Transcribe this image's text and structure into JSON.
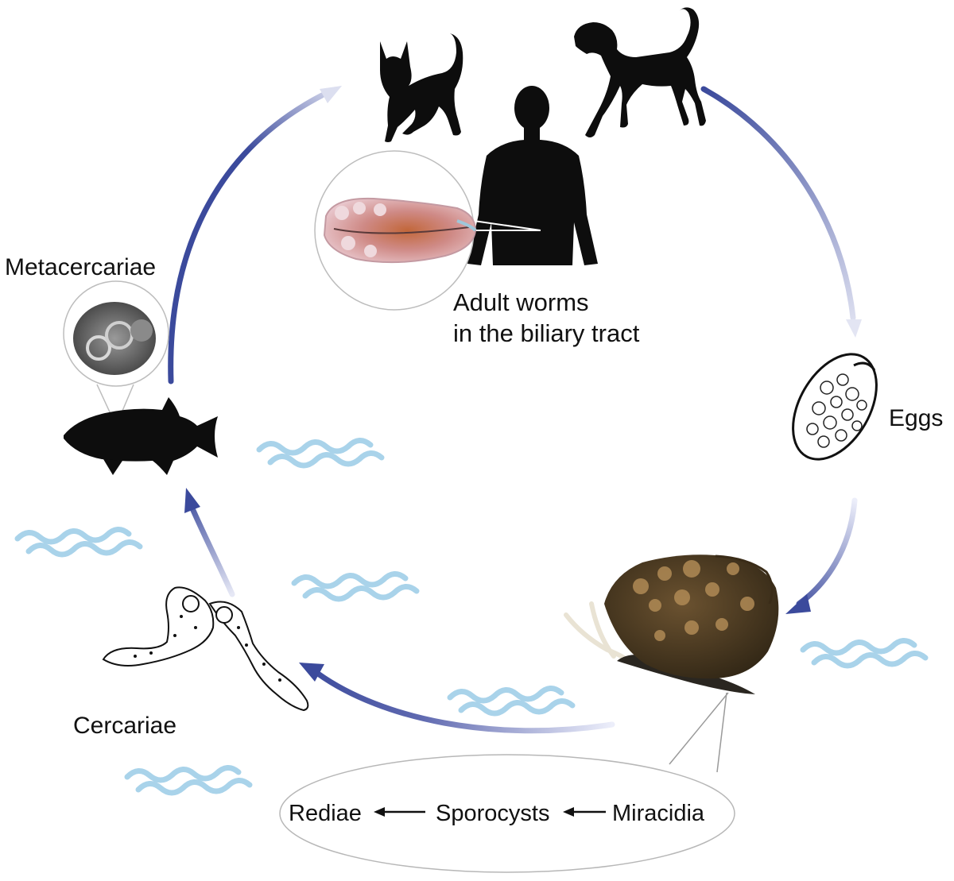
{
  "labels": {
    "metacercariae": "Metacercariae",
    "adult_line1": "Adult worms",
    "adult_line2": "in the biliary tract",
    "eggs": "Eggs",
    "cercariae": "Cercariae",
    "rediae": "Rediae",
    "sporocysts": "Sporocysts",
    "miracidia": "Miracidia"
  },
  "colors": {
    "arrow": "#3b4a9c",
    "arrow_fade": "#d9dcef",
    "silhouette": "#0d0d0d",
    "water": "#a9d3ea",
    "snail_shell": "#5a4326",
    "snail_spots": "#b08a55"
  },
  "icons": [
    "cat-icon",
    "dog-icon",
    "human-icon",
    "fish-icon",
    "snail-icon",
    "egg-icon",
    "cercaria-icon",
    "adult-worm-icon",
    "metacercaria-icon",
    "water-wave-icon"
  ]
}
